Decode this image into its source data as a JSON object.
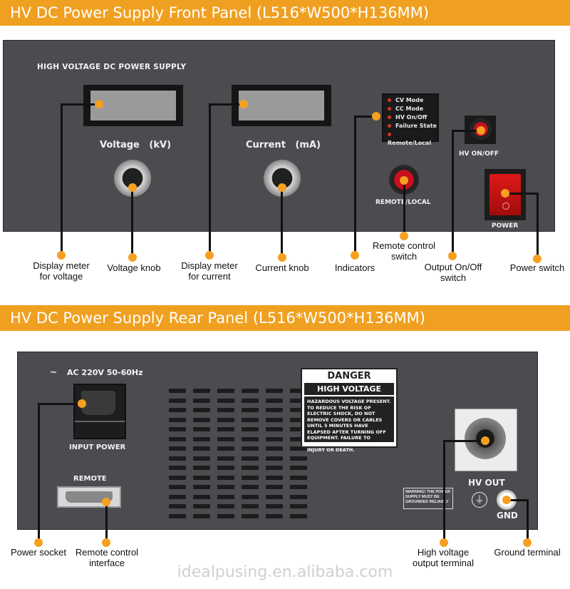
{
  "front": {
    "banner_title": "HV DC Power Supply Front Panel (L516*W500*H136MM)",
    "panel_title": "HIGH VOLTAGE DC POWER SUPPLY",
    "voltage_label": "Voltage   (kV)",
    "current_label": "Current   (mA)",
    "indicators": [
      "CV Mode",
      "CC Mode",
      "HV On/Off",
      "Failure State",
      "Remote/Local"
    ],
    "remote_local_label": "REMOTE/LOCAL",
    "hv_onoff_label": "HV ON/OFF",
    "power_label": "POWER",
    "callouts": {
      "display_voltage": [
        "Display meter",
        "for voltage"
      ],
      "voltage_knob": "Voltage knob",
      "display_current": [
        "Display meter",
        "for current"
      ],
      "current_knob": "Current knob",
      "indicators": "Indicators",
      "remote_switch": [
        "Remote control",
        "switch"
      ],
      "output_switch": [
        "Output On/Off",
        "switch"
      ],
      "power_switch": "Power switch"
    }
  },
  "rear": {
    "banner_title": "HV DC Power Supply Rear Panel (L516*W500*H136MM)",
    "ac_label": "AC 220V 50-60Hz",
    "ac_symbol": "~",
    "input_power_label": "INPUT POWER",
    "remote_label": "REMOTE",
    "danger_title": "DANGER",
    "danger_sub": "HIGH VOLTAGE",
    "danger_text": "HAZARDOUS VOLTAGE PRESENT. TO REDUCE THE RISK OF ELECTRIC SHOCK, DO NOT REMOVE COVERS OR CABLES UNTIL 5 MINUTES HAVE ELAPSED AFTER TURNING OFF EQUIPMENT. FAILURE TO COMPLY MAY CAUSE SEVERE INJURY OR DEATH.",
    "warning_text": "WARNING! THE POWER SUPPLY MUST BE GROUNDED RELIABLY",
    "hv_out_label": "HV OUT",
    "gnd_label": "GND",
    "callouts": {
      "power_socket": "Power socket",
      "remote_interface": [
        "Remote control",
        "interface"
      ],
      "hv_terminal": [
        "High voltage",
        "output terminal"
      ],
      "ground_terminal": "Ground terminal"
    }
  },
  "watermark": "idealpusing.en.alibaba.com",
  "colors": {
    "banner": "#f0a020",
    "callout_dot": "#f5a020",
    "panel": "#4a4c4f"
  }
}
